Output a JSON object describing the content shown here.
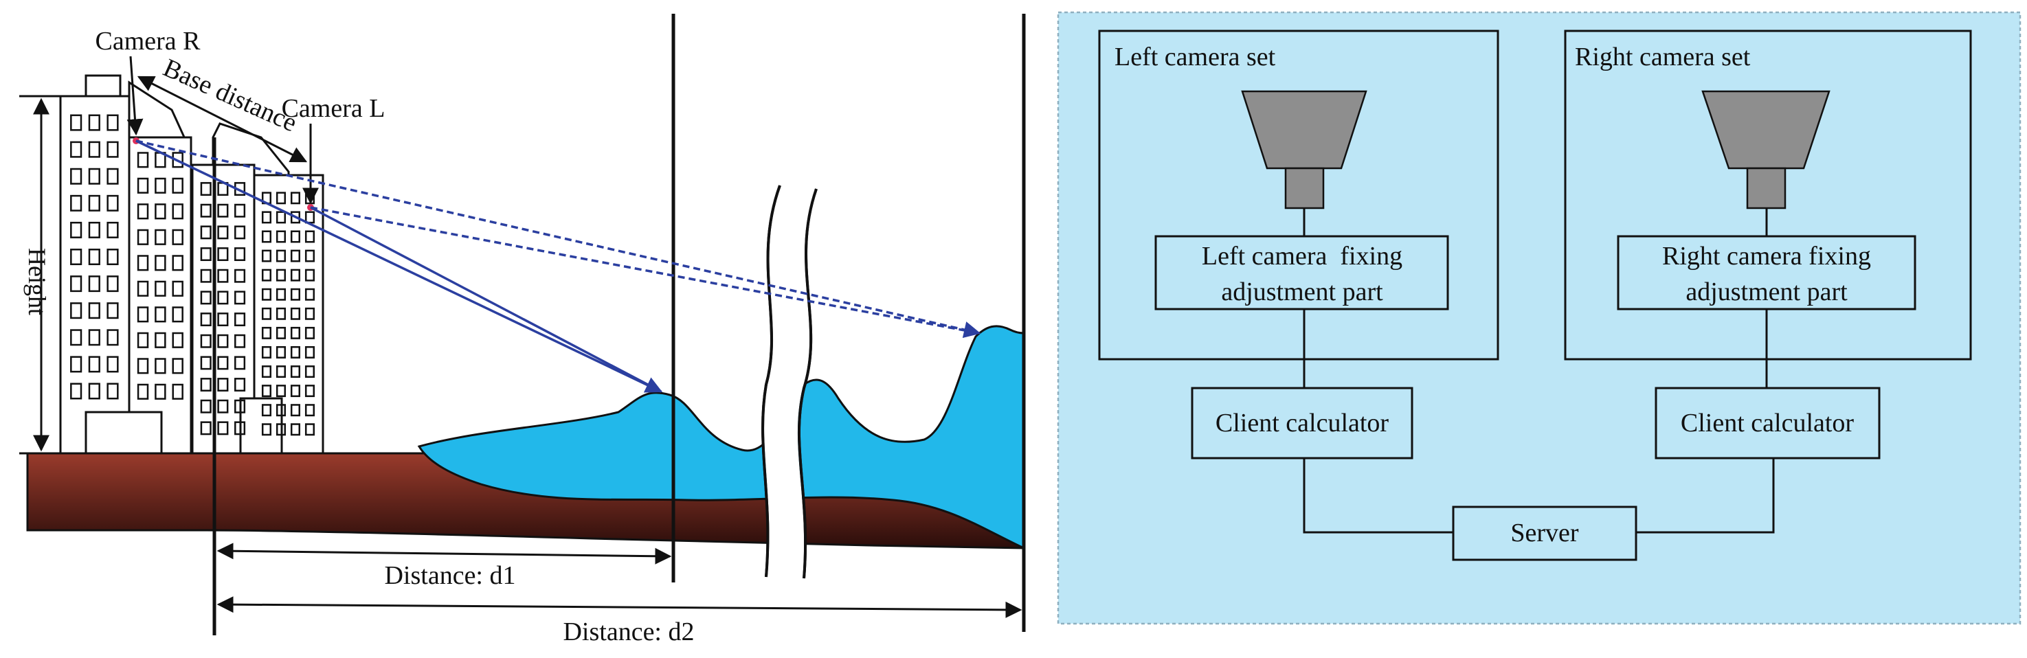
{
  "left_panel": {
    "labels": {
      "camera_r": "Camera R",
      "camera_l": "Camera L",
      "base_distance": "Base distance",
      "height": "Height",
      "distance_d1": "Distance: d1",
      "distance_d2": "Distance: d2"
    },
    "colors": {
      "ground_top": "#9a3b2c",
      "ground_bottom": "#2a0d0a",
      "water": "#22b8ea",
      "sight_line": "#2b3fa0",
      "camera_marker": "#e0305a",
      "ink": "#111111"
    }
  },
  "right_panel": {
    "left_set": {
      "title": "Left camera set",
      "fixing_line1": "Left camera  fixing",
      "fixing_line2": "adjustment part",
      "client": "Client calculator"
    },
    "right_set": {
      "title": "Right camera set",
      "fixing_line1": "Right camera fixing",
      "fixing_line2": "adjustment part",
      "client": "Client calculator"
    },
    "server": "Server",
    "colors": {
      "panel_fill": "#bde6f6",
      "panel_border": "#8fb0c0",
      "camera_body": "#8e8e8e",
      "ink": "#111111"
    }
  }
}
